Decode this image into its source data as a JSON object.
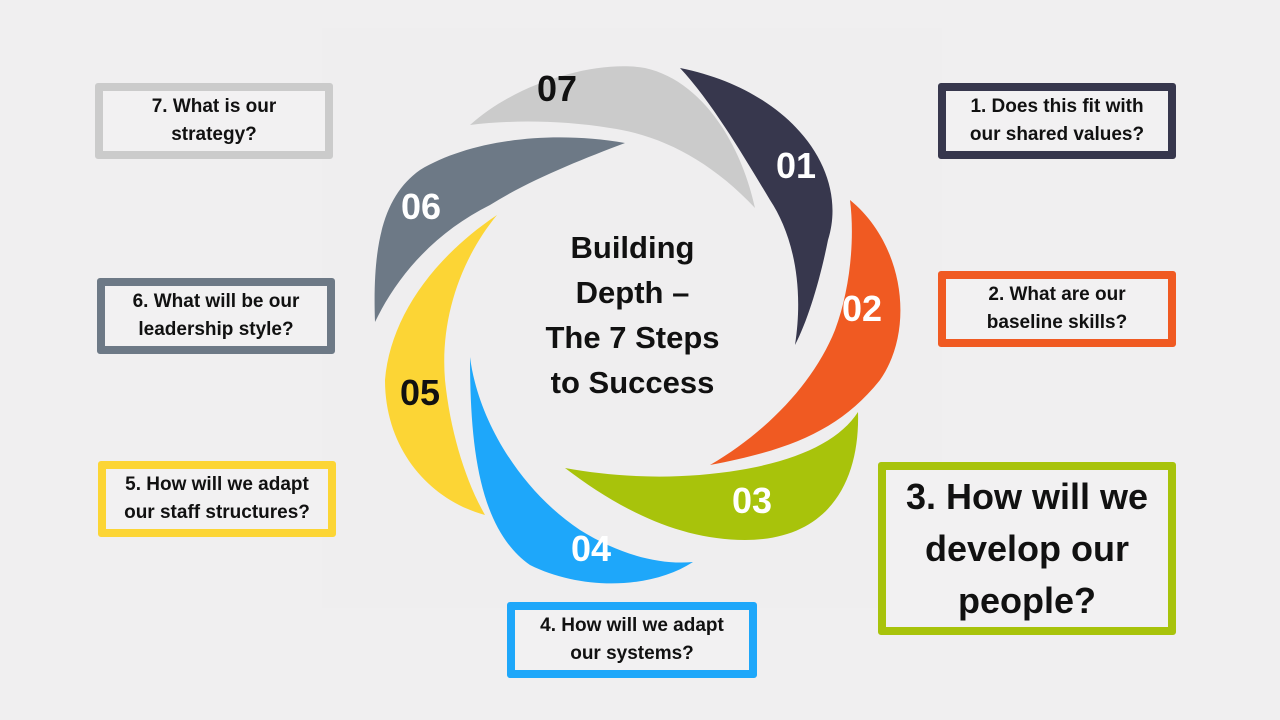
{
  "title": "Building Depth – The 7 Steps to Success",
  "title_lines": [
    "Building",
    "Depth –",
    "The 7 Steps",
    "to Success"
  ],
  "steps": [
    {
      "number": "01",
      "color": "#37374d",
      "number_color": "#ffffff",
      "question": "1. Does this fit with our shared values?"
    },
    {
      "number": "02",
      "color": "#f05a22",
      "number_color": "#ffffff",
      "question": "2. What are our baseline skills?"
    },
    {
      "number": "03",
      "color": "#a8c30b",
      "number_color": "#ffffff",
      "question": "3. How will we develop our people?",
      "highlighted": true
    },
    {
      "number": "04",
      "color": "#1ea7fa",
      "number_color": "#ffffff",
      "question": "4. How will we adapt our systems?"
    },
    {
      "number": "05",
      "color": "#fcd535",
      "number_color": "#111111",
      "question": "5. How will we adapt our staff structures?"
    },
    {
      "number": "06",
      "color": "#6d7986",
      "number_color": "#ffffff",
      "question": "6. What will be our leadership style?"
    },
    {
      "number": "07",
      "color": "#cbcbcb",
      "number_color": "#111111",
      "question": "7. What is our strategy?"
    }
  ]
}
